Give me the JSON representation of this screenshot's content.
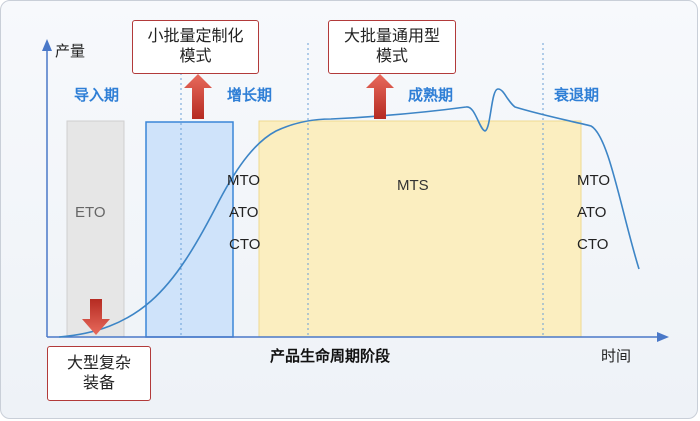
{
  "axes": {
    "y_label": "产量",
    "x_label": "时间",
    "x_title": "产品生命周期阶段"
  },
  "phases": {
    "intro": "导入期",
    "growth": "增长期",
    "mature": "成熟期",
    "decline": "衰退期"
  },
  "zones": {
    "eto": "ETO",
    "mts": "MTS",
    "growth_modes": [
      "MTO",
      "ATO",
      "CTO"
    ],
    "decline_modes": [
      "MTO",
      "ATO",
      "CTO"
    ]
  },
  "callouts": {
    "small_batch_line1": "小批量定制化",
    "small_batch_line2": "模式",
    "large_batch_line1": "大批量通用型",
    "large_batch_line2": "模式",
    "complex_line1": "大型复杂",
    "complex_line2": "装备"
  },
  "colors": {
    "axis": "#4a78c8",
    "curve": "#3d85c6",
    "phase_label": "#2f7fd6",
    "eto_fill": "#e6e6e6",
    "growth_fill": "#cfe3fa",
    "mts_fill": "#fbeec0",
    "arrow": "#c0392b",
    "callout_border": "#b23a3a"
  }
}
